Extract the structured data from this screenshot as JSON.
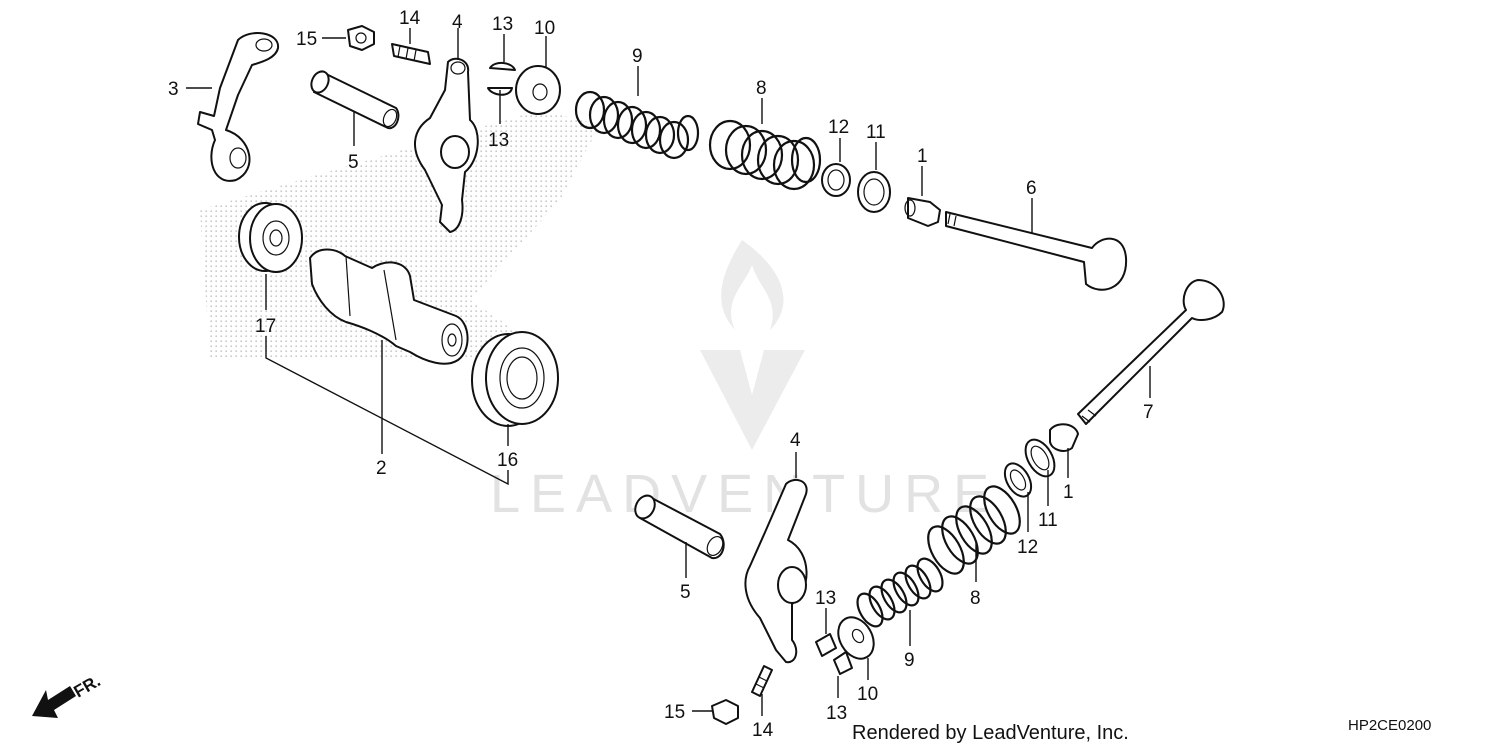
{
  "callouts": {
    "c1_top": "1",
    "c1_bot": "1",
    "c2": "2",
    "c3": "3",
    "c4_top": "4",
    "c4_bot": "4",
    "c5_top": "5",
    "c5_bot": "5",
    "c6": "6",
    "c7": "7",
    "c8_top": "8",
    "c8_bot": "8",
    "c9_top": "9",
    "c9_bot": "9",
    "c10_top": "10",
    "c10_bot": "10",
    "c11_top": "11",
    "c11_bot": "11",
    "c12_top": "12",
    "c12_bot": "12",
    "c13_a": "13",
    "c13_b": "13",
    "c13_c": "13",
    "c13_d": "13",
    "c14_top": "14",
    "c14_bot": "14",
    "c15_top": "15",
    "c15_bot": "15",
    "c16": "16",
    "c17": "17"
  },
  "direction_label": "FR.",
  "watermark_text": "LEADVENTURE",
  "footer": {
    "rendered_by": "Rendered by LeadVenture, Inc.",
    "diagram_code": "HP2CE0200"
  },
  "colors": {
    "line": "#111111",
    "watermark": "#e2e2e2",
    "stipple": "#c8c8c8"
  }
}
